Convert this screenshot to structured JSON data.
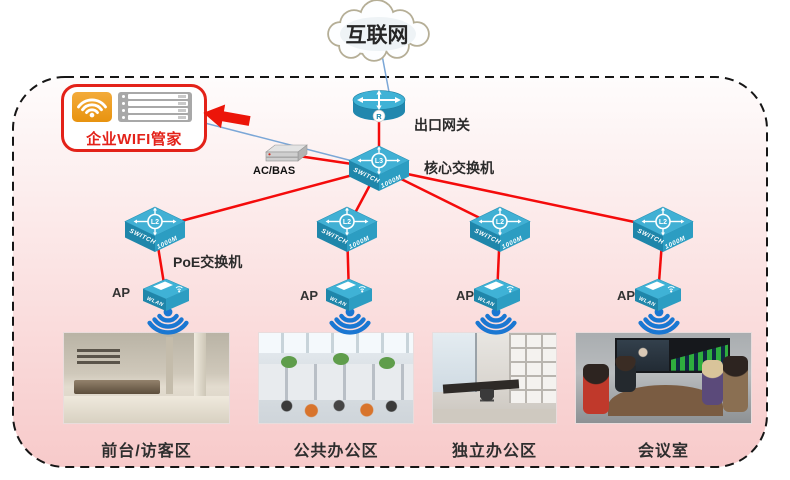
{
  "topology": {
    "internet_label": "互联网",
    "gateway_label": "出口网关",
    "core_switch_label": "核心交换机",
    "ac_bas_label": "AC/BAS",
    "wifi_manager_label": "企业WIFI管家",
    "poe_switch_label": "PoE交换机",
    "router_badge": "R",
    "core_chip": "L3",
    "access_chip": "L2",
    "switch_text": "SWITCH",
    "switch_speed": "1000M",
    "ap_label": "AP",
    "ap_text": "WLAN"
  },
  "zones": [
    {
      "label": "前台/访客区",
      "photo": "office-lobby-reception"
    },
    {
      "label": "公共办公区",
      "photo": "open-plan-office-cubicles"
    },
    {
      "label": "独立办公区",
      "photo": "private-office-room"
    },
    {
      "label": "会议室",
      "photo": "video-conference-meeting-room"
    }
  ],
  "colors": {
    "link_red": "#f40b0b",
    "link_blue": "#7ba7d7",
    "device_teal": "#3fb2d6",
    "device_teal_dark": "#1f86aa",
    "highlight_red": "#e32219",
    "wifi_beam_blue": "#1a77d2",
    "manager_icon_orange": "#efa32b",
    "panel_pink": "#f7caca"
  }
}
